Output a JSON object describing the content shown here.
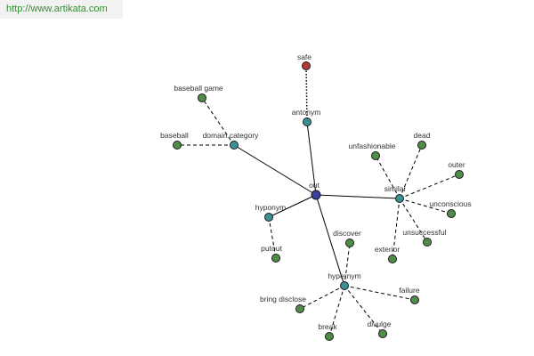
{
  "source_url": "http://www.artikata.com",
  "colors": {
    "center": "#3a3fa0",
    "relation": "#3d8f95",
    "word": "#4f8c48",
    "antonym_word": "#b23a3a"
  },
  "graph": {
    "center": {
      "id": "out",
      "label": "out"
    },
    "relations": [
      {
        "id": "antonym",
        "label": "antonym"
      },
      {
        "id": "domain",
        "label": "domain category"
      },
      {
        "id": "similar",
        "label": "similar"
      },
      {
        "id": "hyponym",
        "label": "hyponym"
      },
      {
        "id": "hypernym",
        "label": "hypernym"
      }
    ],
    "words": [
      {
        "id": "safe",
        "label": "safe",
        "relation": "antonym"
      },
      {
        "id": "baseball-game",
        "label": "baseball game",
        "relation": "domain"
      },
      {
        "id": "baseball",
        "label": "baseball",
        "relation": "domain"
      },
      {
        "id": "unfashionable",
        "label": "unfashionable",
        "relation": "similar"
      },
      {
        "id": "dead",
        "label": "dead",
        "relation": "similar"
      },
      {
        "id": "outer",
        "label": "outer",
        "relation": "similar"
      },
      {
        "id": "unconscious",
        "label": "unconscious",
        "relation": "similar"
      },
      {
        "id": "unsuccessful",
        "label": "unsuccessful",
        "relation": "similar"
      },
      {
        "id": "exterior",
        "label": "exterior",
        "relation": "similar"
      },
      {
        "id": "putout",
        "label": "putout",
        "relation": "hyponym"
      },
      {
        "id": "discover",
        "label": "discover",
        "relation": "hypernym"
      },
      {
        "id": "bring-disclose",
        "label": "bring disclose",
        "relation": "hypernym"
      },
      {
        "id": "failure",
        "label": "failure",
        "relation": "hypernym"
      },
      {
        "id": "break",
        "label": "break",
        "relation": "hypernym"
      },
      {
        "id": "divulge",
        "label": "divulge",
        "relation": "hypernym"
      }
    ]
  }
}
